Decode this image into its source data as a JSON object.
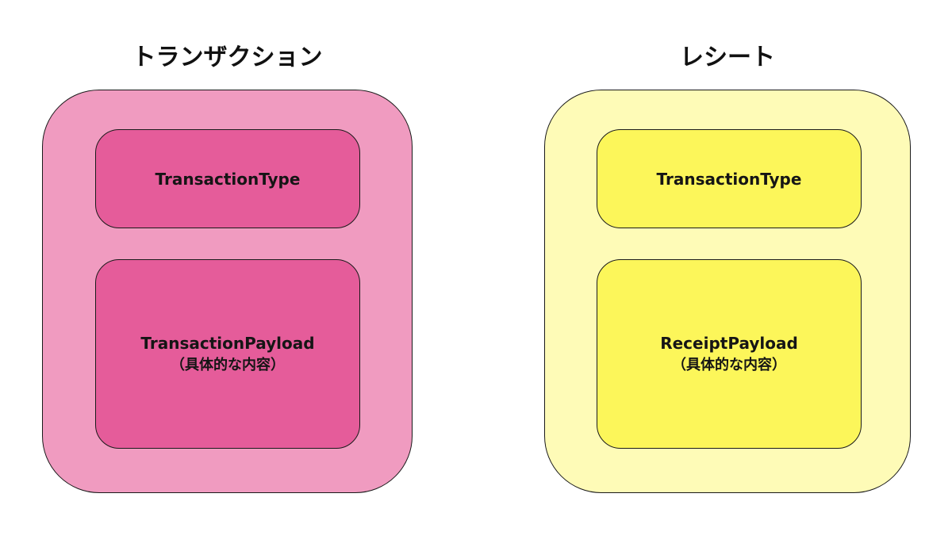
{
  "panels": {
    "transaction": {
      "title": "トランザクション",
      "type_label": "TransactionType",
      "payload_label": "TransactionPayload",
      "payload_note": "（具体的な内容）",
      "outer_color": "#f09bc0",
      "inner_color": "#e55c9a"
    },
    "receipt": {
      "title": "レシート",
      "type_label": "TransactionType",
      "payload_label": "ReceiptPayload",
      "payload_note": "（具体的な内容）",
      "outer_color": "#fefbb7",
      "inner_color": "#fcf65a"
    }
  }
}
